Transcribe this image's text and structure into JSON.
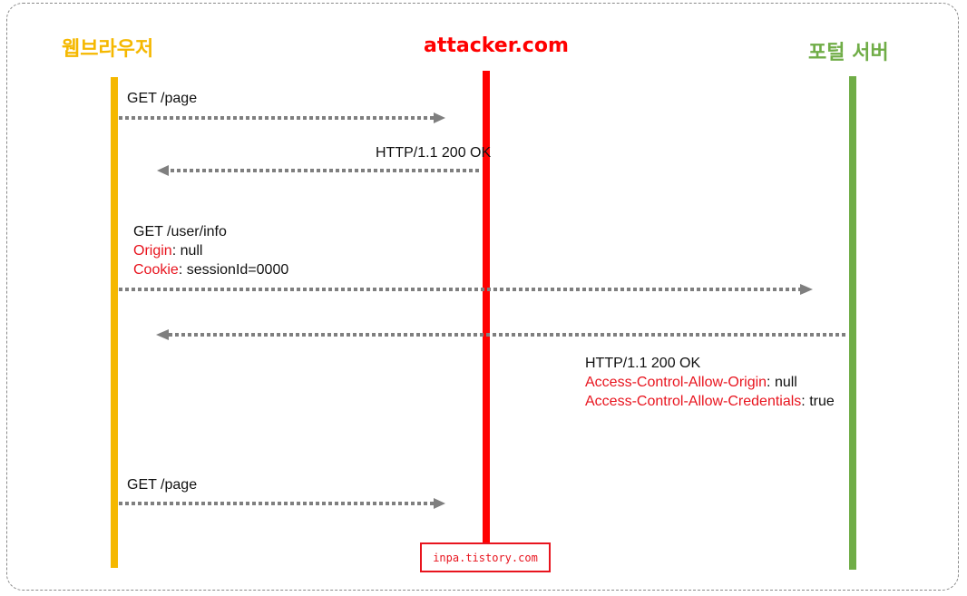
{
  "colors": {
    "browser": "#f5b800",
    "attacker": "#ff0000",
    "portal": "#70ad47",
    "arrow": "#7f7f7f",
    "header_name": "#e8141e"
  },
  "lanes": {
    "browser": "웹브라우저",
    "attacker": "attacker.com",
    "portal": "포털 서버"
  },
  "messages": {
    "m1": {
      "line1": "GET /page"
    },
    "m2": {
      "line1": "HTTP/1.1 200 OK"
    },
    "m3": {
      "line1": "GET /user/info",
      "h1_name": "Origin",
      "h1_value": ": null",
      "h2_name": "Cookie",
      "h2_value": ": sessionId=0000"
    },
    "m4": {
      "line1": "HTTP/1.1 200 OK",
      "h1_name": "Access-Control-Allow-Origin",
      "h1_value": ": null",
      "h2_name": "Access-Control-Allow-Credentials",
      "h2_value": ": true"
    },
    "m5": {
      "line1": "GET /page"
    }
  },
  "watermark": "inpa.tistory.com"
}
